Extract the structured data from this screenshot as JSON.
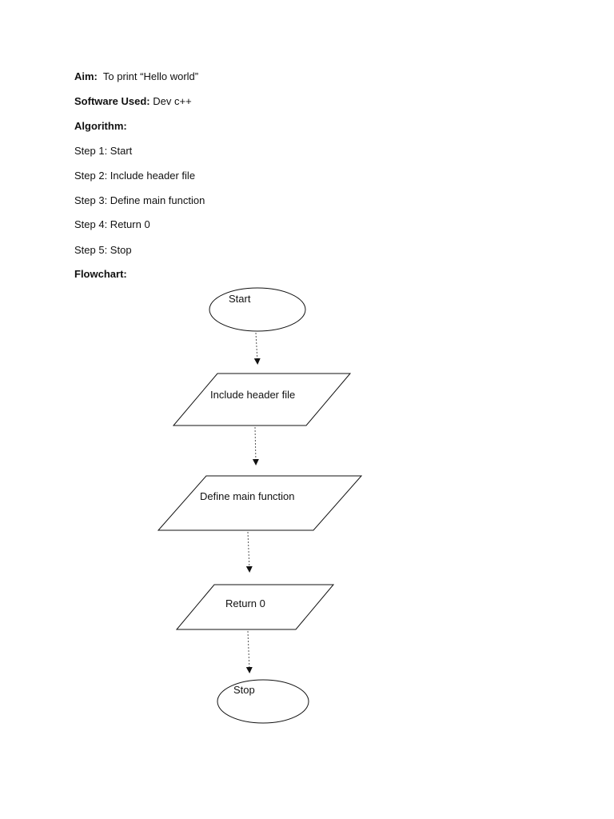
{
  "document": {
    "aim": {
      "label": "Aim:",
      "value": "To print “Hello world”"
    },
    "software": {
      "label": "Software Used:",
      "value": "Dev c++"
    },
    "algorithm_heading": "Algorithm:",
    "steps": [
      "Step 1: Start",
      "Step 2: Include header file",
      "Step 3: Define main function",
      "Step 4: Return 0",
      "Step 5: Stop"
    ],
    "flowchart_heading": "Flowchart:"
  },
  "flowchart": {
    "nodes": [
      {
        "shape": "terminal",
        "label": "Start"
      },
      {
        "shape": "io",
        "label": "Include header file"
      },
      {
        "shape": "io",
        "label": "Define main function"
      },
      {
        "shape": "io",
        "label": "Return 0"
      },
      {
        "shape": "terminal",
        "label": "Stop"
      }
    ]
  }
}
